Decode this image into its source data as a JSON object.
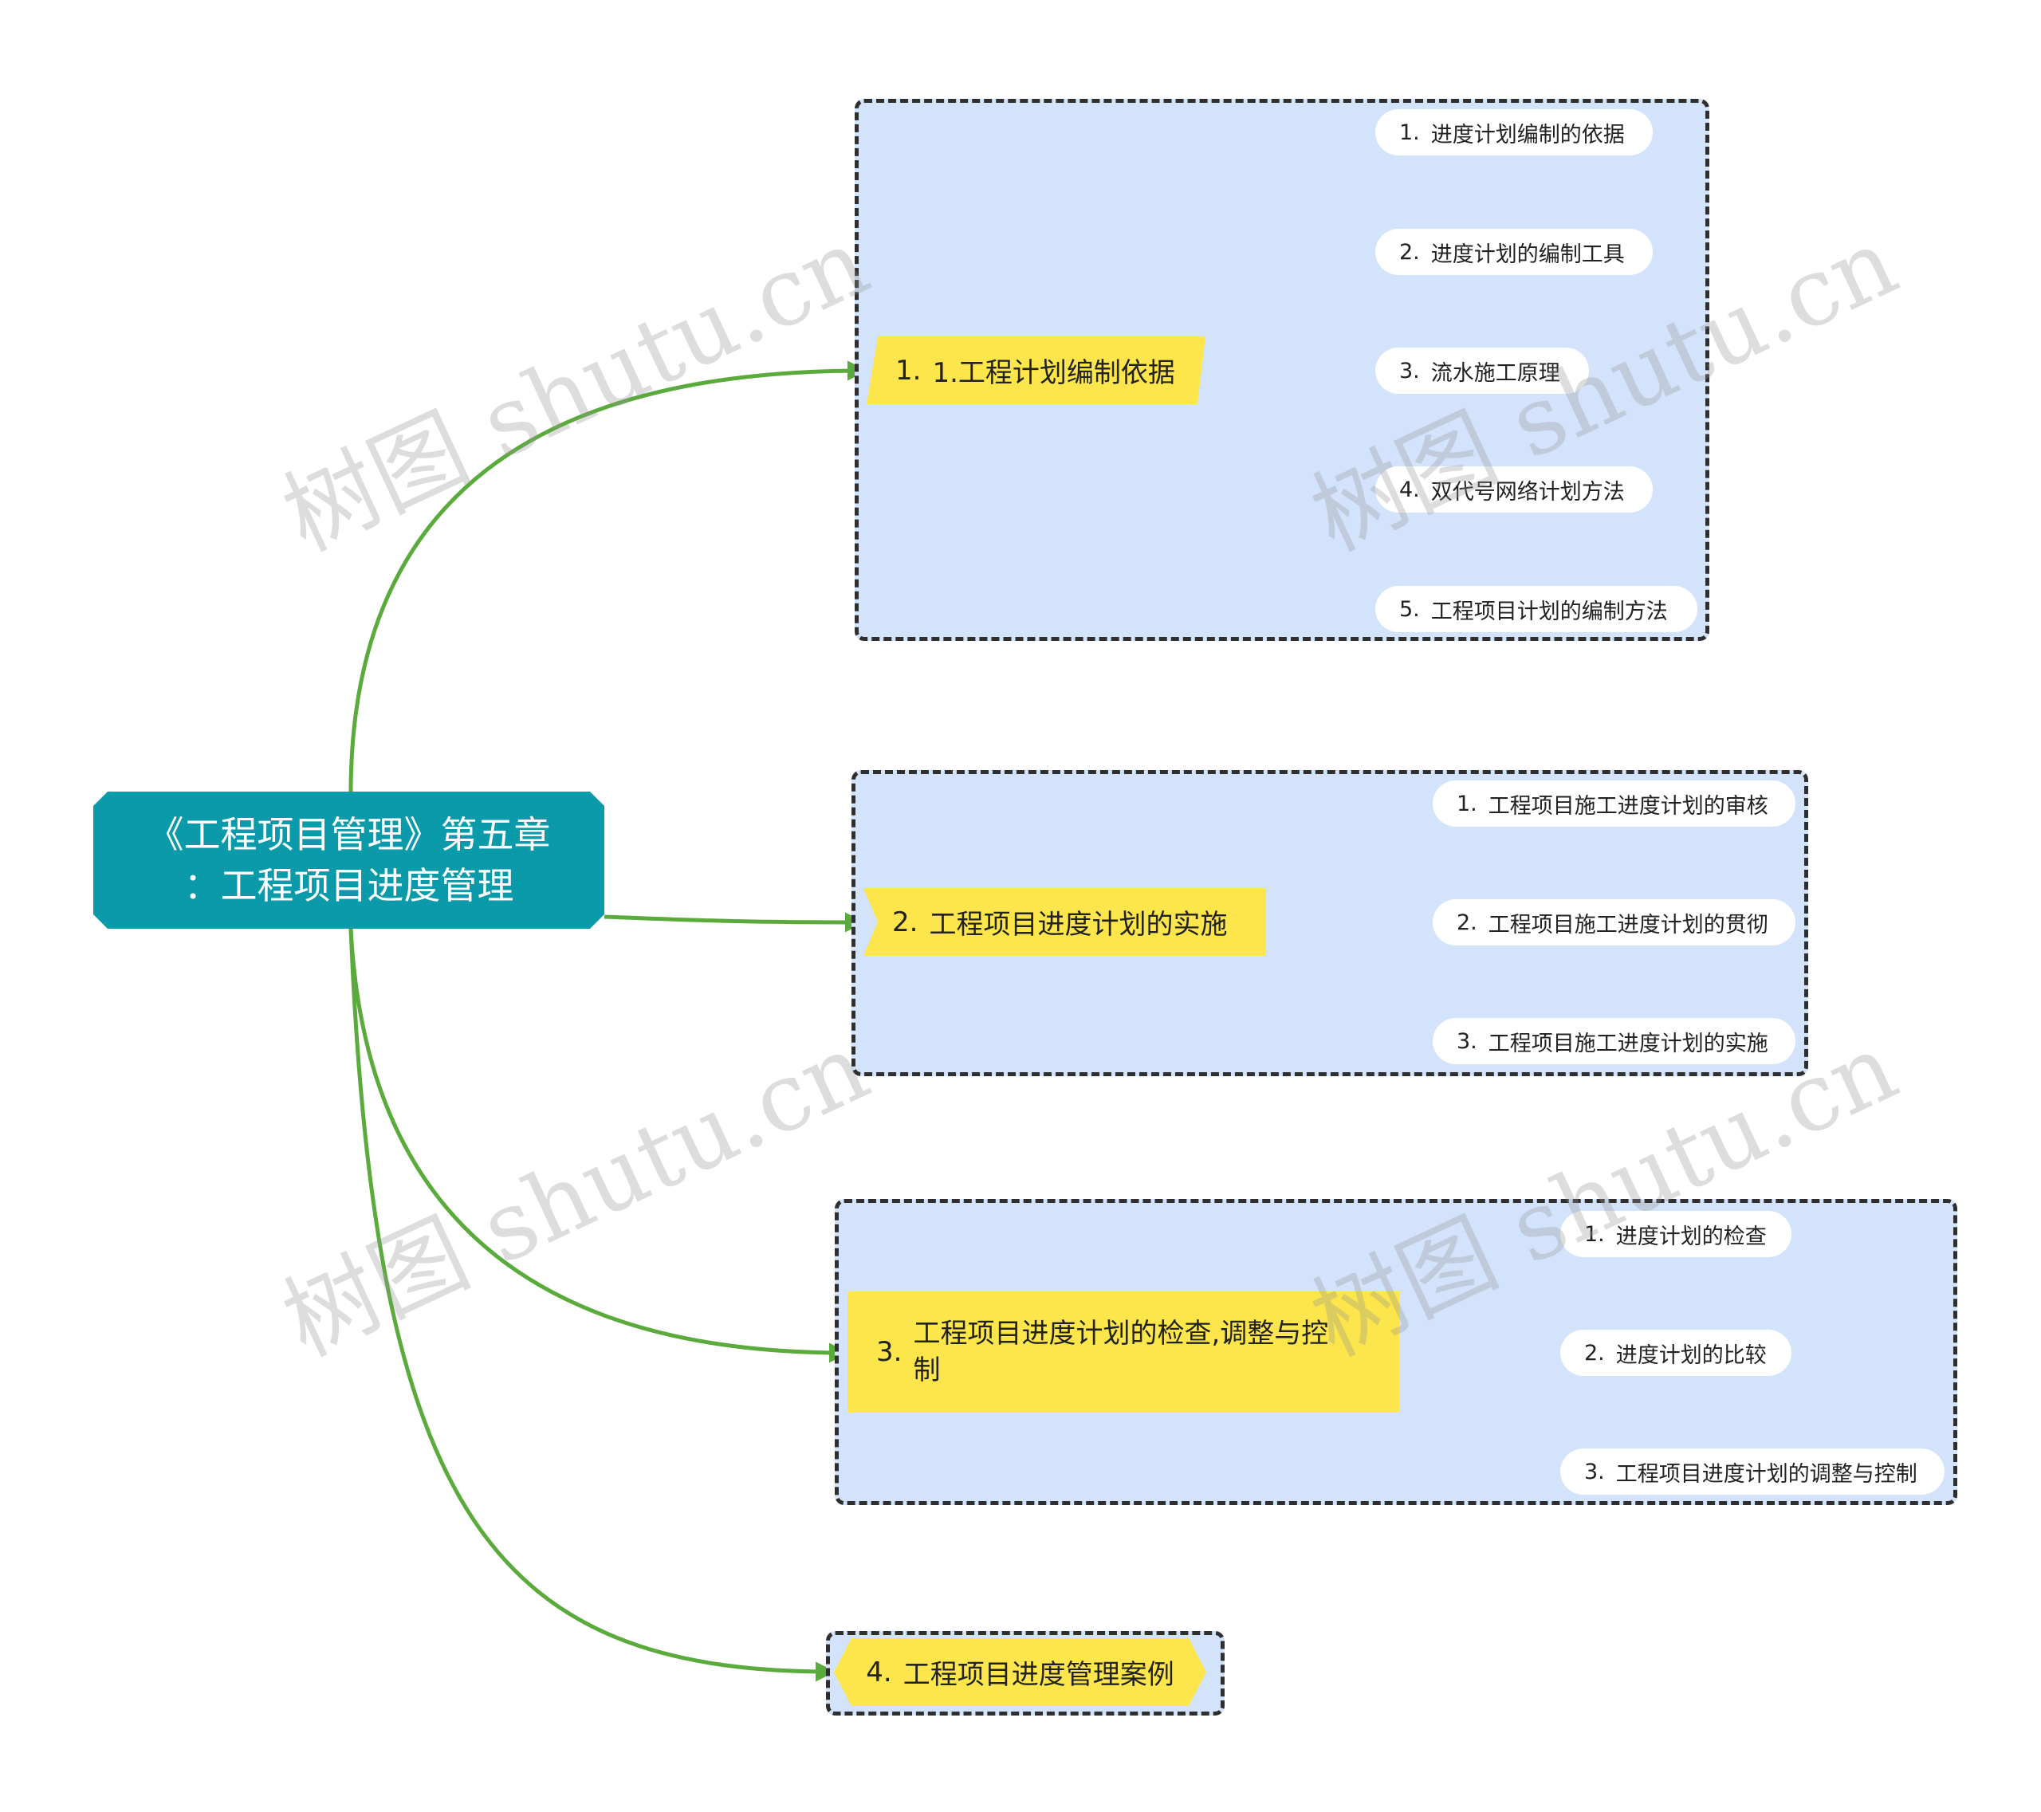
{
  "colors": {
    "root_bg": "#0a9aa9",
    "branch_bg": "#fde64b",
    "frame_bg": "#d3e3fb",
    "connector": "#5aab3c"
  },
  "root": {
    "line1": "《工程项目管理》第五章",
    "line2": "：工程项目进度管理"
  },
  "branches": [
    {
      "num": "1.",
      "label": "1.工程计划编制依据",
      "children": [
        {
          "num": "1.",
          "label": "进度计划编制的依据"
        },
        {
          "num": "2.",
          "label": "进度计划的编制工具"
        },
        {
          "num": "3.",
          "label": "流水施工原理"
        },
        {
          "num": "4.",
          "label": "双代号网络计划方法"
        },
        {
          "num": "5.",
          "label": "工程项目计划的编制方法"
        }
      ]
    },
    {
      "num": "2.",
      "label": "工程项目进度计划的实施",
      "children": [
        {
          "num": "1.",
          "label": "工程项目施工进度计划的审核"
        },
        {
          "num": "2.",
          "label": "工程项目施工进度计划的贯彻"
        },
        {
          "num": "3.",
          "label": "工程项目施工进度计划的实施"
        }
      ]
    },
    {
      "num": "3.",
      "label": "工程项目进度计划的检查,调整与控制",
      "children": [
        {
          "num": "1.",
          "label": "进度计划的检查"
        },
        {
          "num": "2.",
          "label": "进度计划的比较"
        },
        {
          "num": "3.",
          "label": "工程项目进度计划的调整与控制"
        }
      ]
    },
    {
      "num": "4.",
      "label": "工程项目进度管理案例",
      "children": []
    }
  ],
  "watermark": "树图 shutu.cn"
}
